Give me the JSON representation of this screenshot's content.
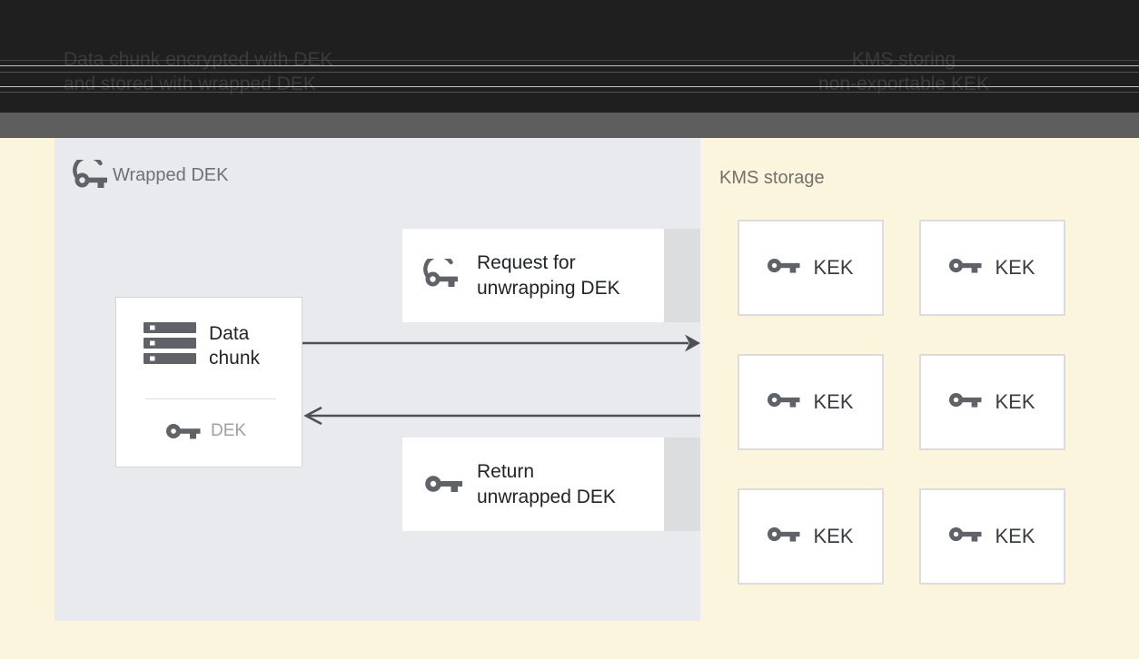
{
  "header": {
    "left_caption": {
      "line1": "Data chunk encrypted with DEK",
      "line2": "and stored with wrapped DEK"
    },
    "right_caption": {
      "line1": "KMS storing",
      "line2": "non-exportable KEK"
    }
  },
  "wrapped_dek_panel": {
    "title": "Wrapped DEK",
    "title_icon": "wrapped-key-icon",
    "data_chunk_card": {
      "title": "Data chunk",
      "title_icon": "storage-stack-icon",
      "key_icon": "key-icon",
      "key_label": "DEK"
    },
    "request_card": {
      "icon": "wrapped-key-icon",
      "label": "Request for unwrapping DEK"
    },
    "return_card": {
      "icon": "key-icon",
      "label": "Return unwrapped DEK"
    }
  },
  "arrows": {
    "request_arrow": "data-chunk to KMS storage (right, filled head)",
    "return_arrow": "KMS storage to data-chunk (left, open head)"
  },
  "kms_storage": {
    "title": "KMS storage",
    "kek_icon": "key-icon",
    "keks": [
      "KEK",
      "KEK",
      "KEK",
      "KEK",
      "KEK",
      "KEK"
    ]
  },
  "colors": {
    "header_background": "#1F1F1F",
    "header_text": "#3B3B3B",
    "divider_band": "#5E5E5E",
    "page_background": "#FBF5DE",
    "panel_background": "#E8EAED",
    "card_background": "#FFFFFF",
    "card_strip": "#DBDDDF",
    "arrow": "#4D5053",
    "icon_gray": "#5F6368",
    "muted_label": "#9DA0A4"
  }
}
